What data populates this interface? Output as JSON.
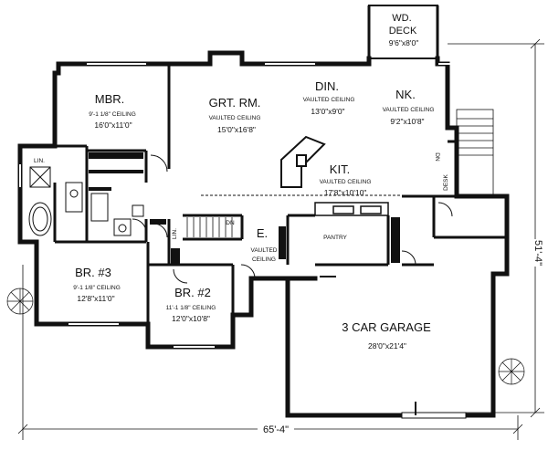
{
  "rooms": {
    "mbr": {
      "name": "MBR.",
      "ceiling": "9'-1 1/8\" CEILING",
      "size": "16'0\"x11'0\""
    },
    "grt": {
      "name": "GRT. RM.",
      "ceiling": "VAULTED CEILING",
      "size": "15'0\"x16'8\""
    },
    "din": {
      "name": "DIN.",
      "ceiling": "VAULTED CEILING",
      "size": "13'0\"x9'0\""
    },
    "nk": {
      "name": "NK.",
      "ceiling": "VAULTED CEILING",
      "size": "9'2\"x10'8\""
    },
    "deck": {
      "name1": "WD.",
      "name2": "DECK",
      "size": "9'6\"x8'0\""
    },
    "kit": {
      "name": "KIT.",
      "ceiling": "VAULTED CEILING",
      "size": "17'8\"x10'10\""
    },
    "br3": {
      "name": "BR. #3",
      "ceiling": "9'-1 1/8\" CEILING",
      "size": "12'8\"x11'0\""
    },
    "br2": {
      "name": "BR. #2",
      "ceiling": "11'-1 1/8\" CEILING",
      "size": "12'0\"x10'8\""
    },
    "entry": {
      "name": "E.",
      "ceiling1": "VAULTED",
      "ceiling2": "CEILING"
    },
    "pantry": {
      "name": "PANTRY"
    },
    "garage": {
      "name": "3 CAR GARAGE",
      "size": "28'0\"x21'4\""
    }
  },
  "small_labels": {
    "lin1": "LIN.",
    "lin2": "LIN.",
    "dn1": "DN",
    "dn2": "DN",
    "desk": "DESK"
  },
  "dimensions": {
    "width": "65'-4\"",
    "depth": "51'-4\""
  }
}
